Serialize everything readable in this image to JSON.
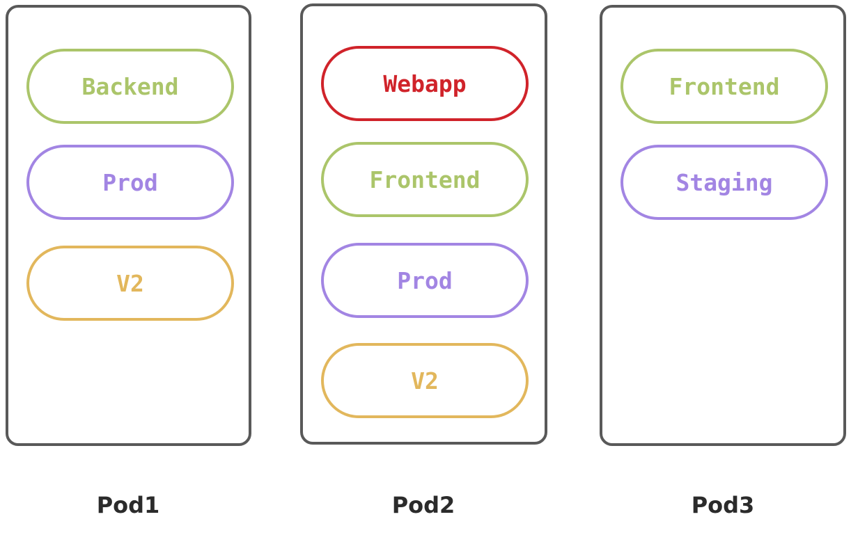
{
  "colors": {
    "green": "#abc56a",
    "purple": "#a285e3",
    "yellow": "#e2b75c",
    "red": "#d0232a",
    "pod_border": "#595959"
  },
  "pods": [
    {
      "name": "Pod1",
      "labels": [
        {
          "text": "Backend",
          "color": "green"
        },
        {
          "text": "Prod",
          "color": "purple"
        },
        {
          "text": "V2",
          "color": "yellow"
        }
      ]
    },
    {
      "name": "Pod2",
      "labels": [
        {
          "text": "Webapp",
          "color": "red"
        },
        {
          "text": "Frontend",
          "color": "green"
        },
        {
          "text": "Prod",
          "color": "purple"
        },
        {
          "text": "V2",
          "color": "yellow"
        }
      ]
    },
    {
      "name": "Pod3",
      "labels": [
        {
          "text": "Frontend",
          "color": "green"
        },
        {
          "text": "Staging",
          "color": "purple"
        }
      ]
    }
  ]
}
